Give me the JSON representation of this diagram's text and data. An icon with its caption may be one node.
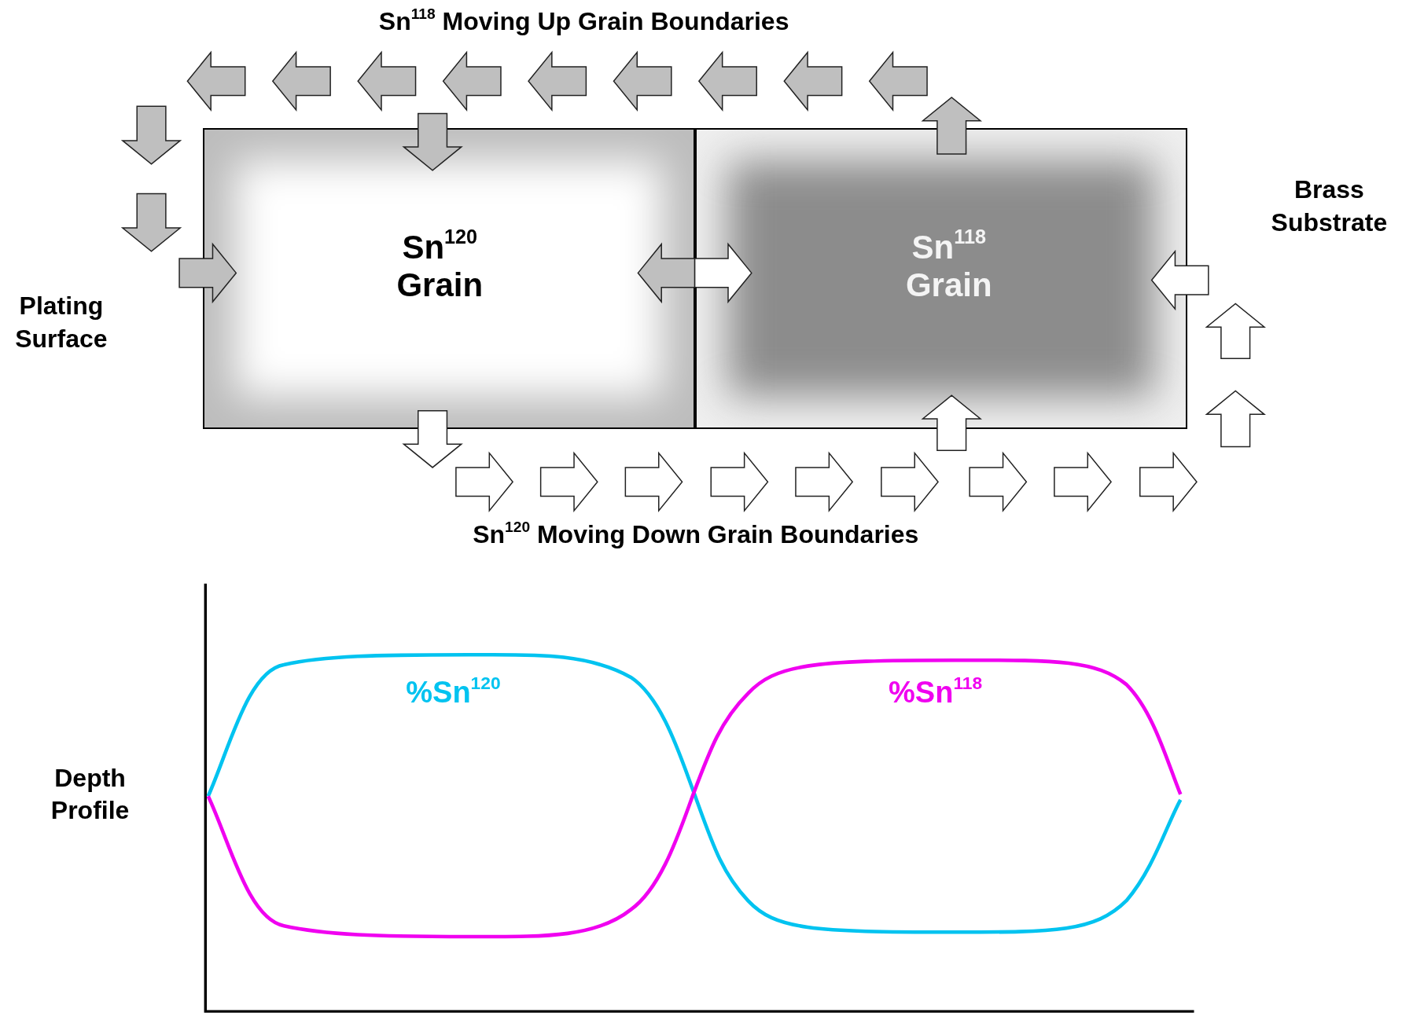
{
  "diagram": {
    "nodes": [
      {
        "text": [
          "Sn$^{120}$ Grain"
        ]
      },
      {
        "text": [
          "Sn$^{118}$ Grain"
        ]
      }
    ],
    "edges": [
      {
        "from": 1,
        "to": 0,
        "arrow": "to",
        "color": "#bfbfbf"
      },
      {
        "from": 0,
        "to": 1,
        "arrow": "to"
      }
    ],
    "labels": [
      "Sn$^{118}$ Moving Up Grain Boundaries",
      "Brass Substrate",
      "Plating Surface",
      "Sn$^{120}$ Moving Down Grain Boundaries",
      "%Sn$^{120}$",
      "%Sn$^{118}$",
      "Depth Profile"
    ]
  }
}
